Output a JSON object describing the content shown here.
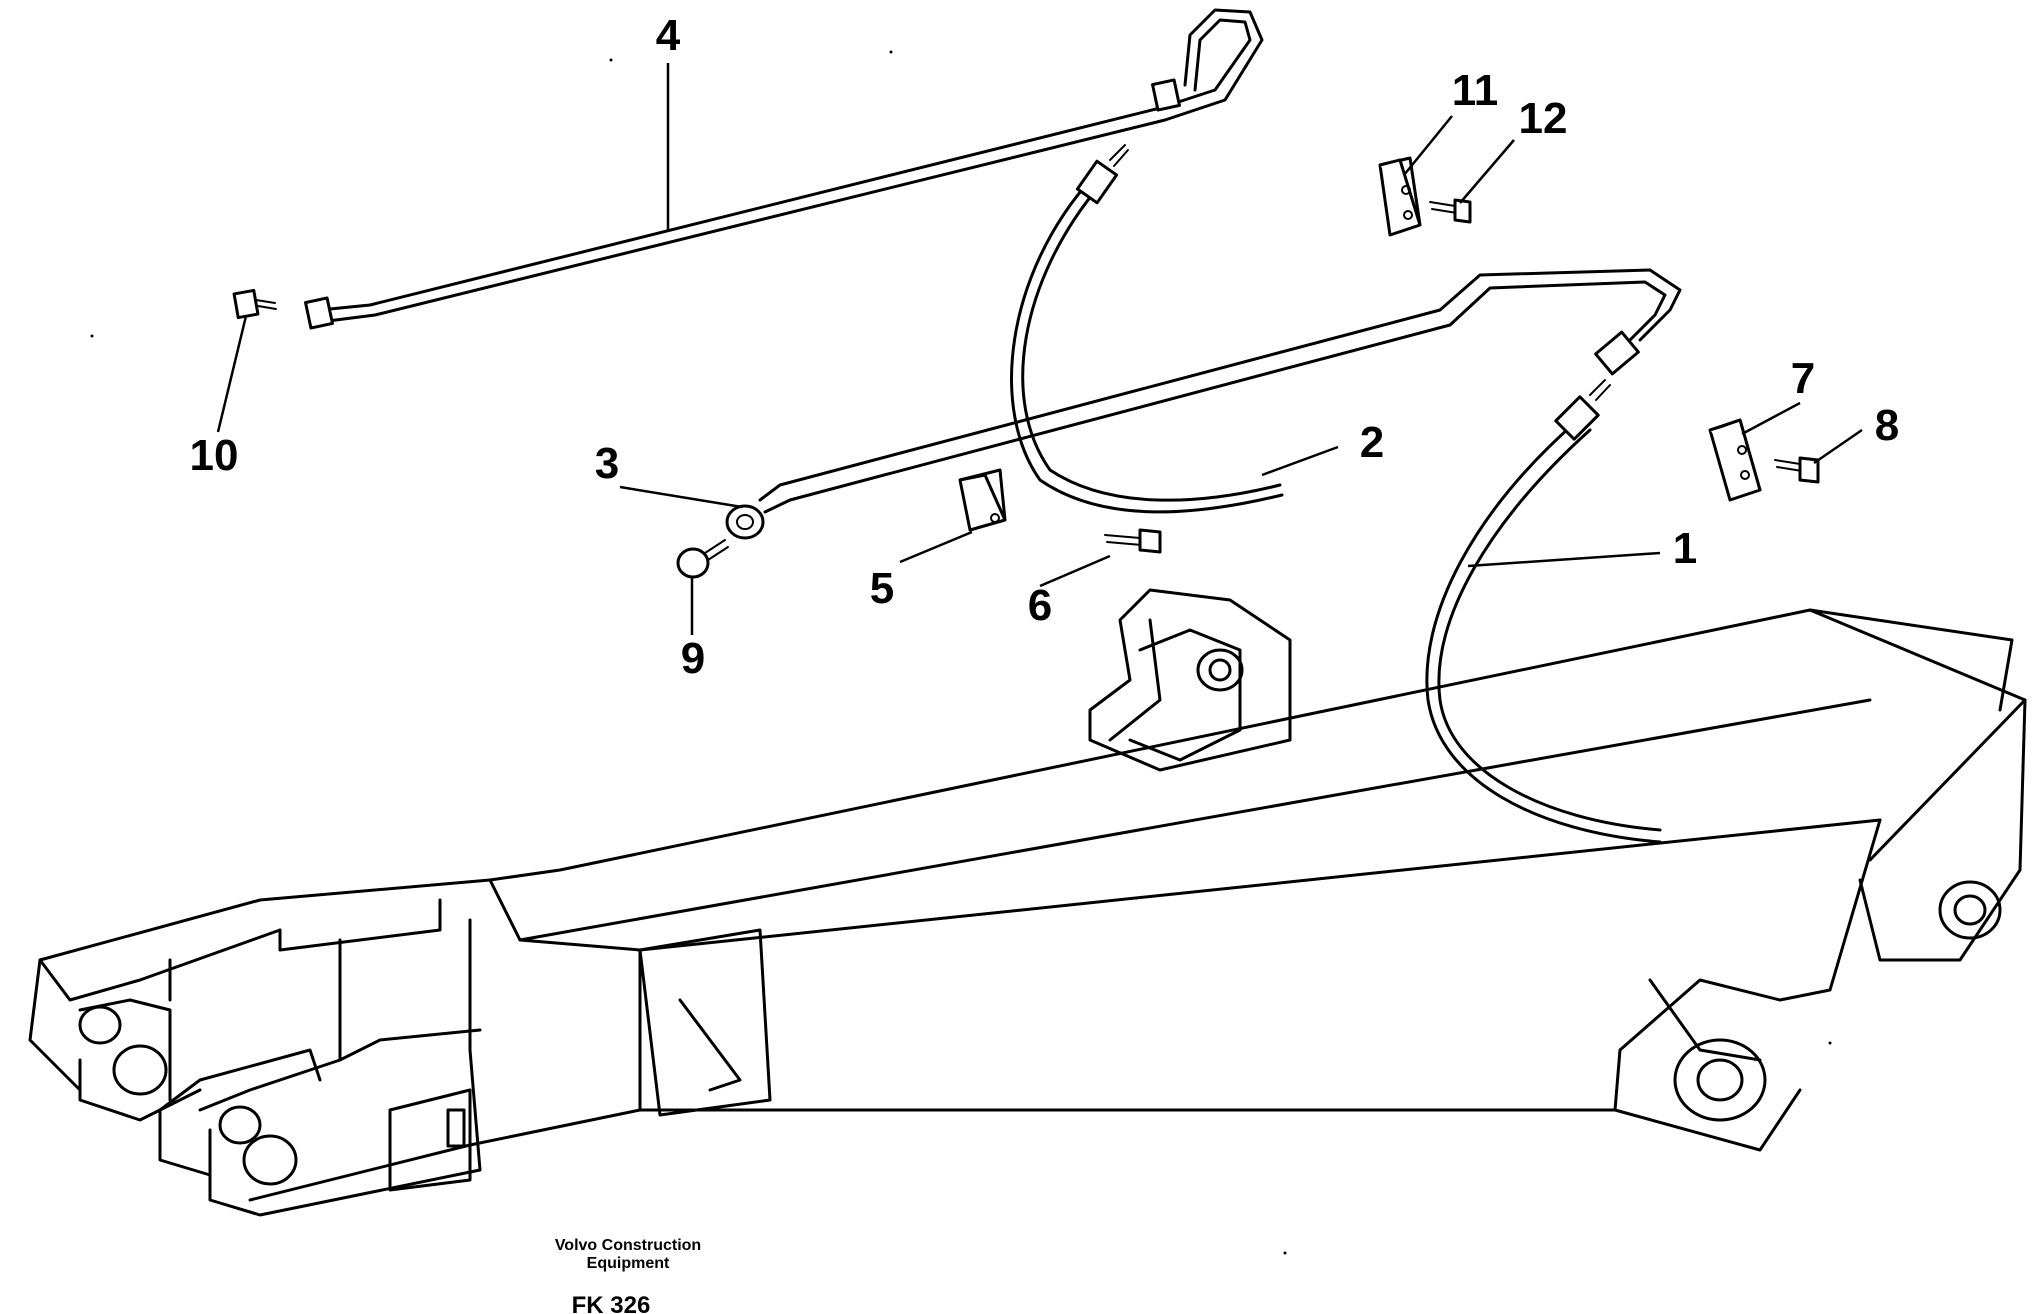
{
  "figure": {
    "callouts": [
      {
        "id": "c1",
        "label": "1"
      },
      {
        "id": "c2",
        "label": "2"
      },
      {
        "id": "c3",
        "label": "3"
      },
      {
        "id": "c4",
        "label": "4"
      },
      {
        "id": "c5",
        "label": "5"
      },
      {
        "id": "c6",
        "label": "6"
      },
      {
        "id": "c7",
        "label": "7"
      },
      {
        "id": "c8",
        "label": "8"
      },
      {
        "id": "c9",
        "label": "9"
      },
      {
        "id": "c10",
        "label": "10"
      },
      {
        "id": "c11",
        "label": "11"
      },
      {
        "id": "c12",
        "label": "12"
      }
    ],
    "footer": {
      "company_line1": "Volvo Construction",
      "company_line2": "Equipment",
      "figure_code": "FK 326"
    }
  }
}
